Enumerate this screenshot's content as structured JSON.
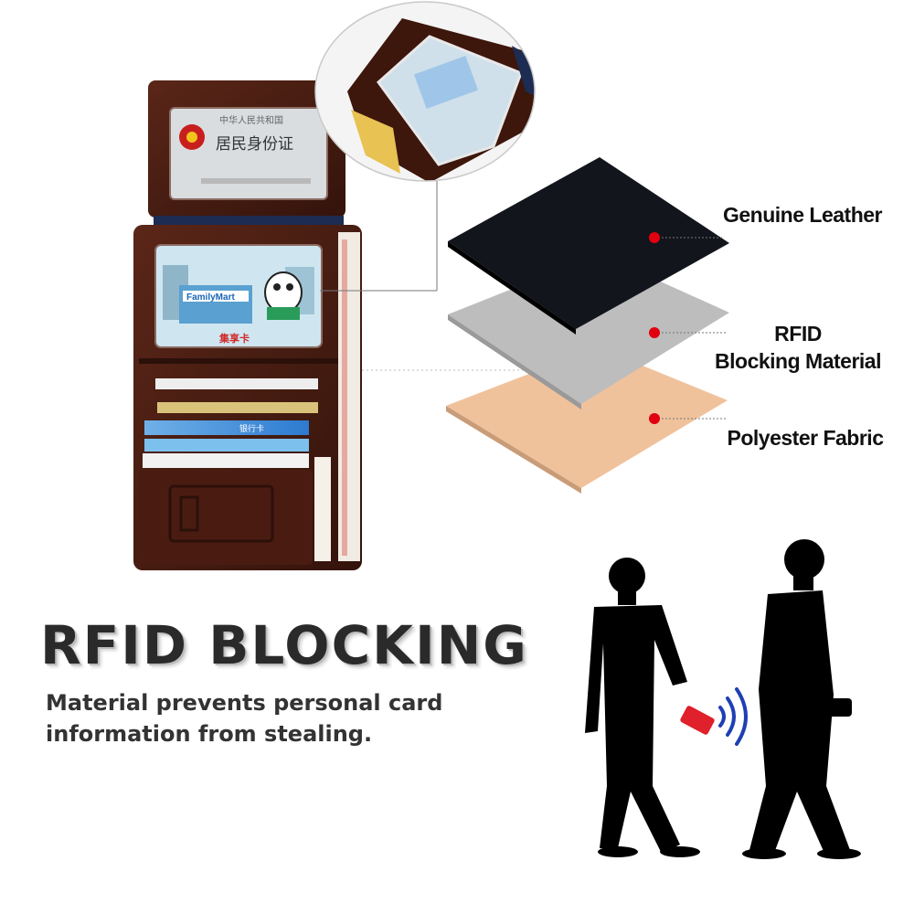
{
  "layers": [
    {
      "label_lines": [
        "Genuine Leather"
      ],
      "color": "#12151c"
    },
    {
      "label_lines": [
        "RFID",
        "Blocking Material"
      ],
      "color": "#bdbdbd"
    },
    {
      "label_lines": [
        "Polyester Fabric"
      ],
      "color": "#f0c29c"
    }
  ],
  "marker_color": "#e0000f",
  "headline": "RFID BLOCKING",
  "subline": [
    "Material prevents personal card",
    "information from stealing."
  ],
  "id_card": {
    "title": "居民身份证",
    "header": "中华人民共和国"
  },
  "store_card": {
    "brand": "FamilyMart",
    "name": "集享卡"
  },
  "bank_card": {
    "label": "银行卡"
  },
  "colors": {
    "wallet": "#4a1f14",
    "wallet_dark": "#2c100a",
    "signal": "#1e3fb4",
    "card_red": "#e0202a"
  }
}
